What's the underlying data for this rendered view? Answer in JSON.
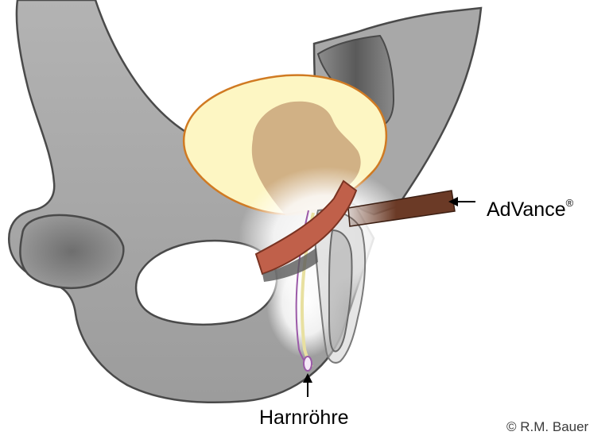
{
  "labels": {
    "advance_name": "AdVance",
    "advance_mark": "®",
    "urethra": "Harnröhre",
    "copyright": "© R.M. Bauer"
  },
  "colors": {
    "bone_fill": "#a6a6a6",
    "bone_stroke": "#4a4a4a",
    "bone_shadow": "#6a6a6a",
    "bladder_fill": "#fdf6c3",
    "bladder_stroke": "#d07a22",
    "prostate_fill": "#c9a57a",
    "sling_fill": "#c0604a",
    "sling_stroke": "#7a3322",
    "sling_tail": "#6b3a26",
    "urethra_stroke": "#9b5aa8",
    "arrow": "#000000"
  }
}
